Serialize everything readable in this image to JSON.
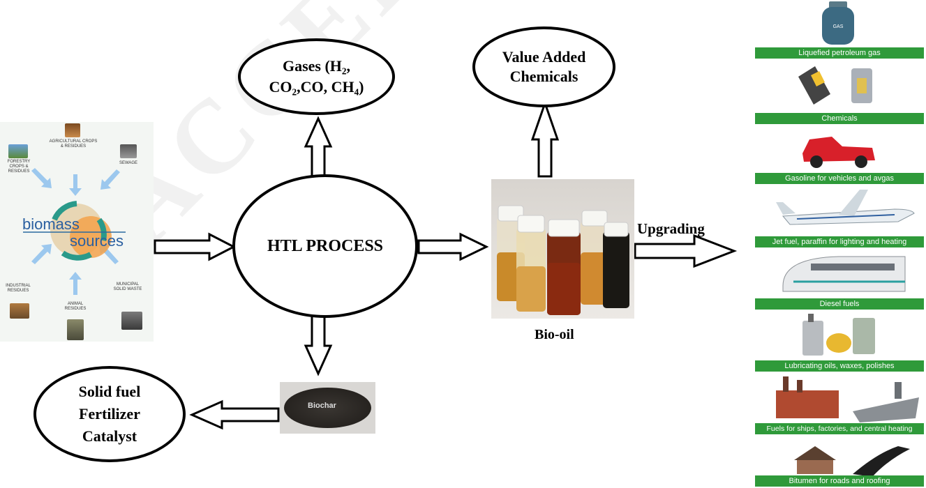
{
  "biomass": {
    "title_line1": "biomass",
    "title_line2": "sources",
    "sources": [
      {
        "label": "AGRICULTURAL CROPS & RESIDUES"
      },
      {
        "label": "FORESTRY CROPS & RESIDUES"
      },
      {
        "label": "SEWAGE"
      },
      {
        "label": "INDUSTRIAL RESIDUES"
      },
      {
        "label": "ANIMAL RESIDUES"
      },
      {
        "label": "MUNICIPAL SOLID WASTE"
      }
    ]
  },
  "process": {
    "label": "HTL PROCESS"
  },
  "gases": {
    "line1": "Gases (H₂,",
    "line2": "CO₂,CO, CH₄)"
  },
  "value_added": {
    "line1": "Value Added",
    "line2": "Chemicals"
  },
  "bio_oil": {
    "label": "Bio-oil"
  },
  "upgrading": {
    "label": "Upgrading"
  },
  "biochar": {
    "label": "Biochar"
  },
  "solid_products": {
    "line1": "Solid fuel",
    "line2": "Fertilizer",
    "line3": "Catalyst"
  },
  "products_panel": {
    "gas_can_text": "GAS",
    "items": [
      {
        "label": "Liquefied petroleum gas"
      },
      {
        "label": "Chemicals"
      },
      {
        "label": "Gasoline for vehicles and avgas"
      },
      {
        "label": "Jet fuel, paraffin for lighting and heating"
      },
      {
        "label": "Diesel fuels"
      },
      {
        "label": "Lubricating oils, waxes, polishes"
      },
      {
        "label": "Fuels for ships, factories, and central heating"
      },
      {
        "label": "Bitumen for roads and roofing"
      }
    ]
  },
  "watermark": {
    "text": "ACCEPTED MANUSCRIPT"
  },
  "colors": {
    "label_bar": "#2f9a3a",
    "arrow": "#000000",
    "biomass_accent": "#2a9a8a"
  }
}
